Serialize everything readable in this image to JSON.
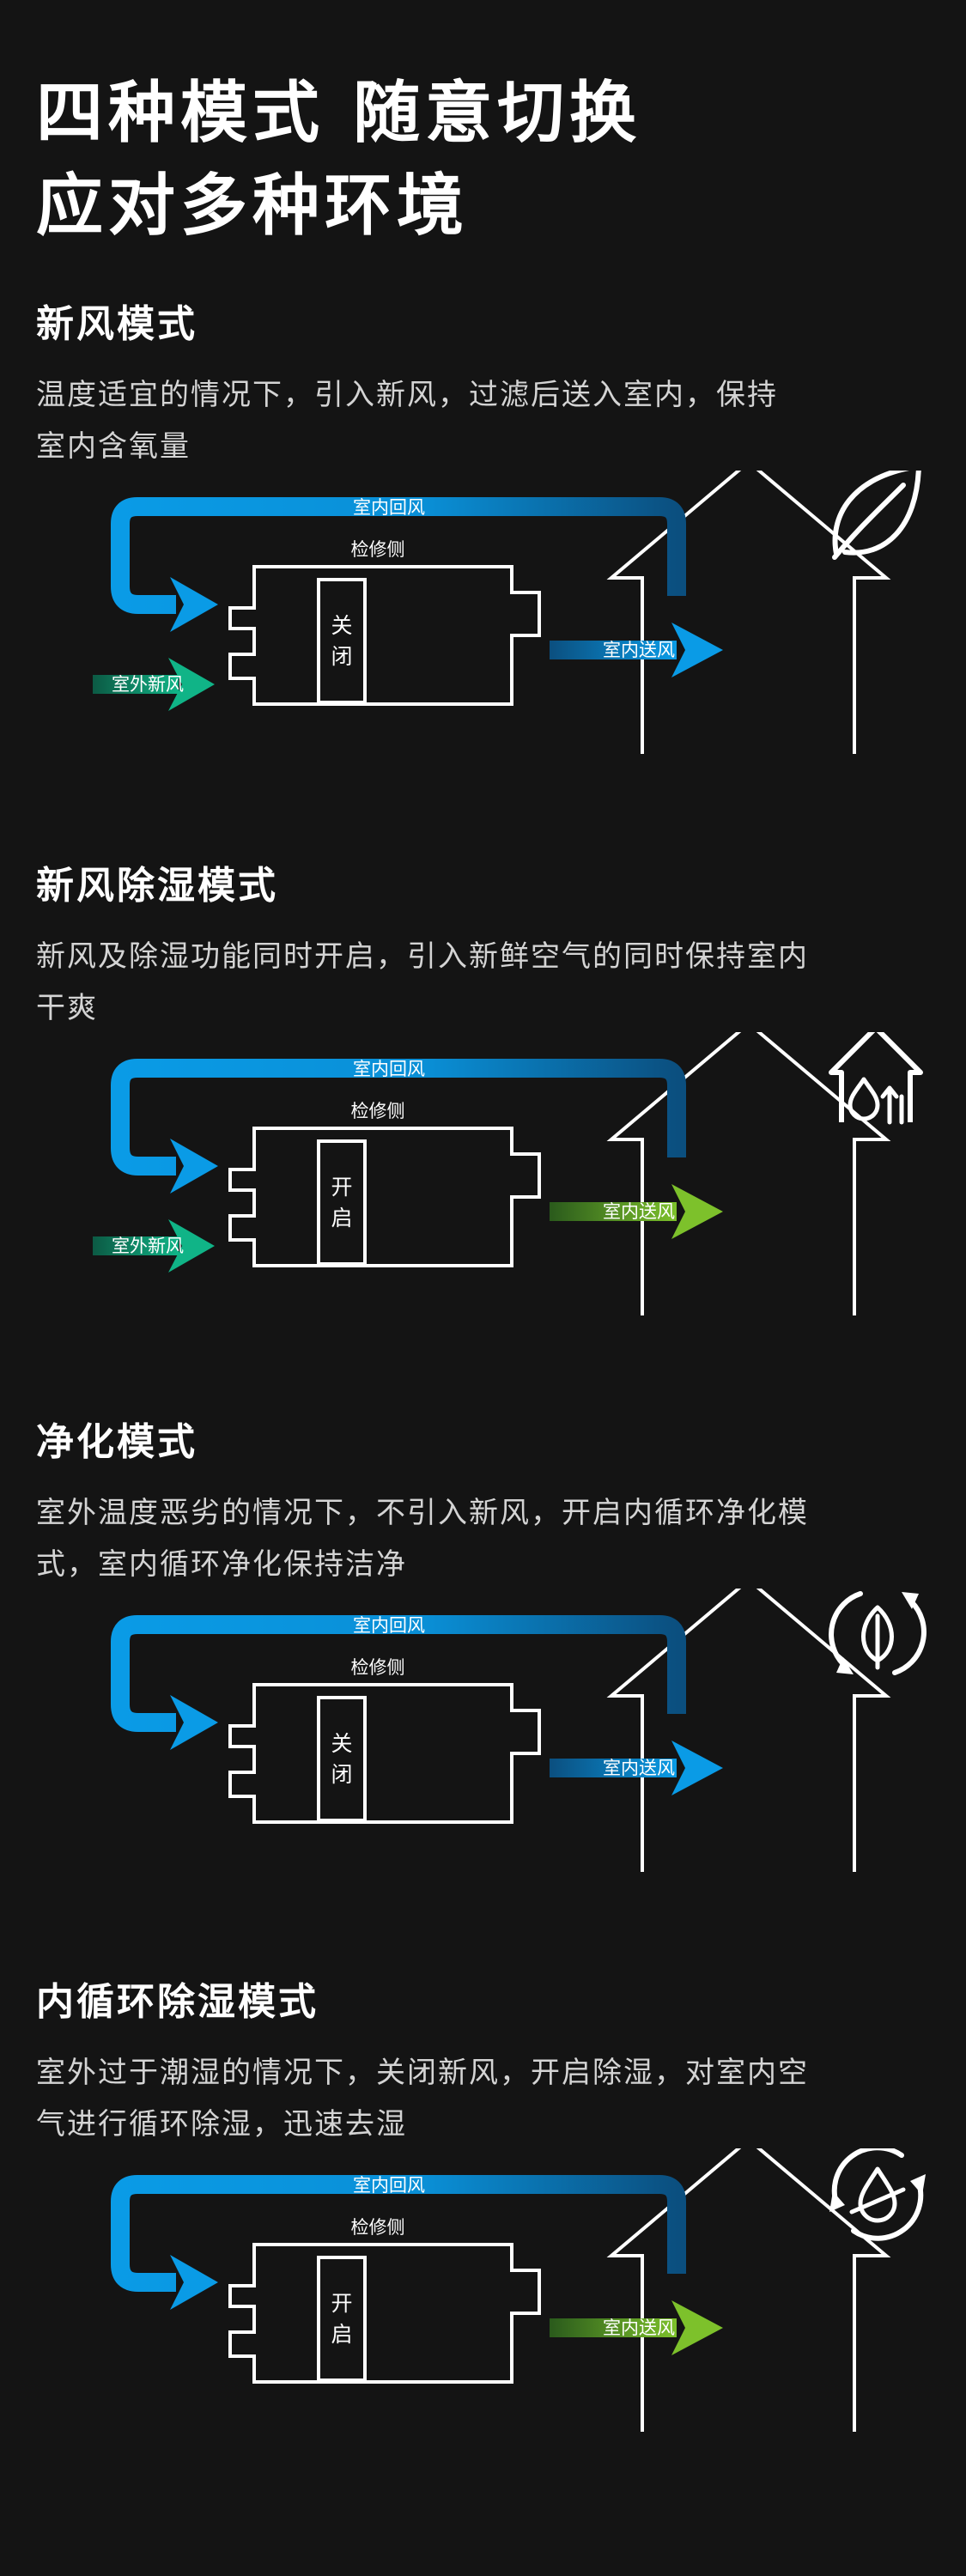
{
  "headline": {
    "line1": "四种模式 随意切换",
    "line2": "应对多种环境"
  },
  "labels": {
    "return_air": "室内回风",
    "service_side": "检修侧",
    "supply_air": "室内送风",
    "outdoor_fresh_air": "室外新风"
  },
  "colors": {
    "background": "#141414",
    "return_blue": "#0a9be6",
    "supply_blue": "#0a9be6",
    "supply_green": "#7dc12b",
    "fresh_teal": "#10b487"
  },
  "modes": [
    {
      "title": "新风模式",
      "desc_line1": "温度适宜的情况下，引入新风，过滤后送入室内，保持",
      "desc_line2": "室内含氧量",
      "valve_top": "关",
      "valve_bottom": "闭",
      "supply_variant": "blue",
      "fresh_air": true,
      "icon": "leaf-icon"
    },
    {
      "title": "新风除湿模式",
      "desc_line1": "新风及除湿功能同时开启，引入新鲜空气的同时保持室内",
      "desc_line2": "干爽",
      "valve_top": "开",
      "valve_bottom": "启",
      "supply_variant": "green",
      "fresh_air": true,
      "icon": "house-drop-icon"
    },
    {
      "title": "净化模式",
      "desc_line1": "室外温度恶劣的情况下，不引入新风，开启内循环净化模",
      "desc_line2": "式，室内循环净化保持洁净",
      "valve_top": "关",
      "valve_bottom": "闭",
      "supply_variant": "blue",
      "fresh_air": false,
      "icon": "leaf-cycle-icon"
    },
    {
      "title": "内循环除湿模式",
      "desc_line1": "室外过于潮湿的情况下，关闭新风，开启除湿，对室内空",
      "desc_line2": "气进行循环除湿，迅速去湿",
      "valve_top": "开",
      "valve_bottom": "启",
      "supply_variant": "green",
      "fresh_air": false,
      "icon": "drop-cycle-icon"
    }
  ]
}
